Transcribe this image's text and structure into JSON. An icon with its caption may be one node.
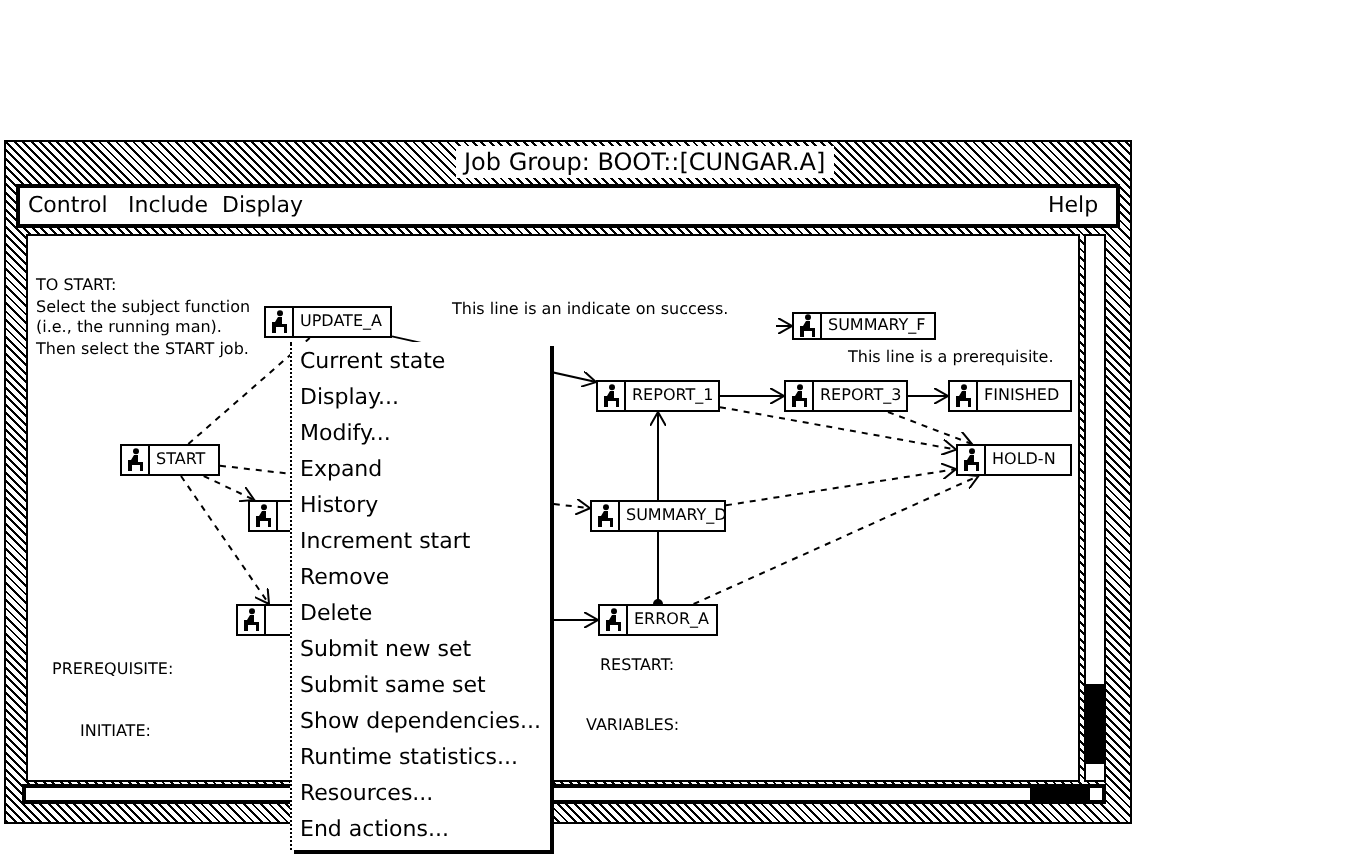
{
  "diagram": {
    "title": "Job Group: BOOT::[CUNGAR.A]",
    "nodes": [
      {
        "text": [
          "START"
        ]
      },
      {
        "text": [
          "UPDATE_A"
        ]
      },
      {
        "text": [
          "REPORT_1"
        ]
      },
      {
        "text": [
          "REPORT_3"
        ]
      },
      {
        "text": [
          "FINISHED"
        ]
      },
      {
        "text": [
          "SUMMARY_F"
        ]
      },
      {
        "text": [
          "HOLD-N"
        ]
      },
      {
        "text": [
          "SUMMARY_D"
        ]
      },
      {
        "text": [
          "ERROR_A"
        ]
      },
      {
        "text": [],
        "shape": "box"
      },
      {
        "text": [],
        "shape": "box"
      }
    ],
    "edges": [
      {
        "from": 0,
        "to": 1,
        "arrow": "none",
        "style": "dashed"
      },
      {
        "from": 0,
        "to": 7,
        "arrow": "to",
        "style": "dashed"
      },
      {
        "from": 0,
        "to": 9,
        "arrow": "to",
        "style": "dashed"
      },
      {
        "from": 0,
        "to": 10,
        "arrow": "to",
        "style": "dashed"
      },
      {
        "from": 1,
        "to": 2,
        "arrow": "to"
      },
      {
        "from": 2,
        "to": 3,
        "arrow": "to"
      },
      {
        "from": 3,
        "to": 4,
        "arrow": "to"
      },
      {
        "from": 7,
        "to": 2,
        "arrow": "to"
      },
      {
        "from": 7,
        "to": 8,
        "arrow": "other"
      },
      {
        "from": 10,
        "to": 8,
        "arrow": "to"
      },
      {
        "from": 3,
        "to": 6,
        "arrow": "to",
        "style": "dashed"
      },
      {
        "from": 2,
        "to": 6,
        "arrow": "to",
        "style": "dashed"
      },
      {
        "from": 7,
        "to": 6,
        "arrow": "to",
        "style": "dashed"
      },
      {
        "from": 8,
        "to": 6,
        "arrow": "to",
        "style": "dashed"
      },
      {
        "from": null,
        "to": 5,
        "arrow": "to"
      }
    ],
    "labels": [
      "Control",
      "Include",
      "Display",
      "Help",
      "TO START:",
      "Select the subject function (i.e., the running man).",
      "Then select the START job.",
      "This line is an indicate on success.",
      "This line is a prerequisite.",
      "PREREQUISITE:",
      "INITIATE:",
      "RESTART:",
      "VARIABLES:",
      "Current state",
      "Display...",
      "Modify...",
      "Expand",
      "History",
      "Increment start",
      "Remove",
      "Delete",
      "Submit new set",
      "Submit same set",
      "Show dependencies...",
      "Runtime statistics...",
      "Resources...",
      "End actions..."
    ]
  }
}
